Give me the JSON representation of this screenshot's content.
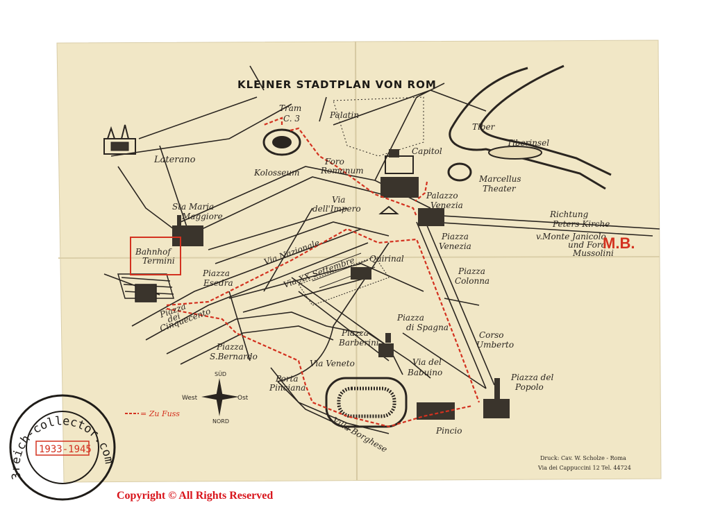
{
  "map": {
    "title": "KLEINER STADTPLAN VON ROM",
    "places": {
      "tram": "Tram",
      "tram_c": "C. 3",
      "palatin": "Palatin",
      "tiber": "Tiber",
      "tiberinsel": "Tiberinsel",
      "laterano": "Laterano",
      "capitol": "Capitol",
      "foro": "Foro",
      "romanum": "Romanum",
      "kolosseum": "Kolosseum",
      "marcellus": "Marcellus",
      "theater": "Theater",
      "via_impero_1": "Via",
      "via_impero_2": "dell'Impero",
      "palazzo": "Palazzo",
      "venezia": "Venezia",
      "sta_maria": "Sta Maria",
      "maggiore": "Maggiore",
      "richtung": "Richtung",
      "peters_kirche": "Peters Kirche",
      "monte_janicolo": "v.Monte Janicolo",
      "und_foro": "und Foro",
      "mussolini": "Mussolini",
      "mb": "M.B.",
      "piazza_venezia_1": "Piazza",
      "piazza_venezia_2": "Venezia",
      "bahnhof": "Bahnhof",
      "termini": "Termini",
      "via_nazionale": "Via Nazionale",
      "quirinal": "Quirinal",
      "piazza_esedra_1": "Piazza",
      "piazza_esedra_2": "Esedra",
      "via_settembre": "Via XX Settembre",
      "piazza_colonna_1": "Piazza",
      "piazza_colonna_2": "Colonna",
      "piazza_dei": "Piazza",
      "dei": "dei",
      "cinquecento": "Cinquecento",
      "piazza_spagna_1": "Piazza",
      "piazza_spagna_2": "di Spagna",
      "piazza_barberini_1": "Piazza",
      "piazza_barberini_2": "Barberini",
      "corso_1": "Corso",
      "corso_2": "Umberto",
      "piazza_bernardo_1": "Piazza",
      "piazza_bernardo_2": "S.Bernardo",
      "via_veneto": "Via Veneto",
      "via_del": "Via del",
      "babuino": "Babuino",
      "piazza_popolo_1": "Piazza del",
      "piazza_popolo_2": "Popolo",
      "porta_1": "Porta",
      "porta_2": "Pinciana",
      "pincio": "Pincio",
      "villa_borghese": "Villa Borghese"
    },
    "compass": {
      "north": "SÜD",
      "south": "NORD",
      "west": "West",
      "east": "Ost"
    },
    "legend": {
      "label": "= Zu Fuss"
    },
    "printer": {
      "line1": "Druck: Cav. W. Scholze - Roma",
      "line2": "Via dei Cappuccini 12 Tel. 44724"
    }
  },
  "watermark": {
    "text": "3reich-collector.com",
    "years": "1933-1945"
  },
  "copyright": "Copyright © All Rights Reserved",
  "colors": {
    "paper": "#f2e8c8",
    "ink": "#2a2520",
    "route": "#d3311f",
    "copyright": "#d8141b"
  }
}
